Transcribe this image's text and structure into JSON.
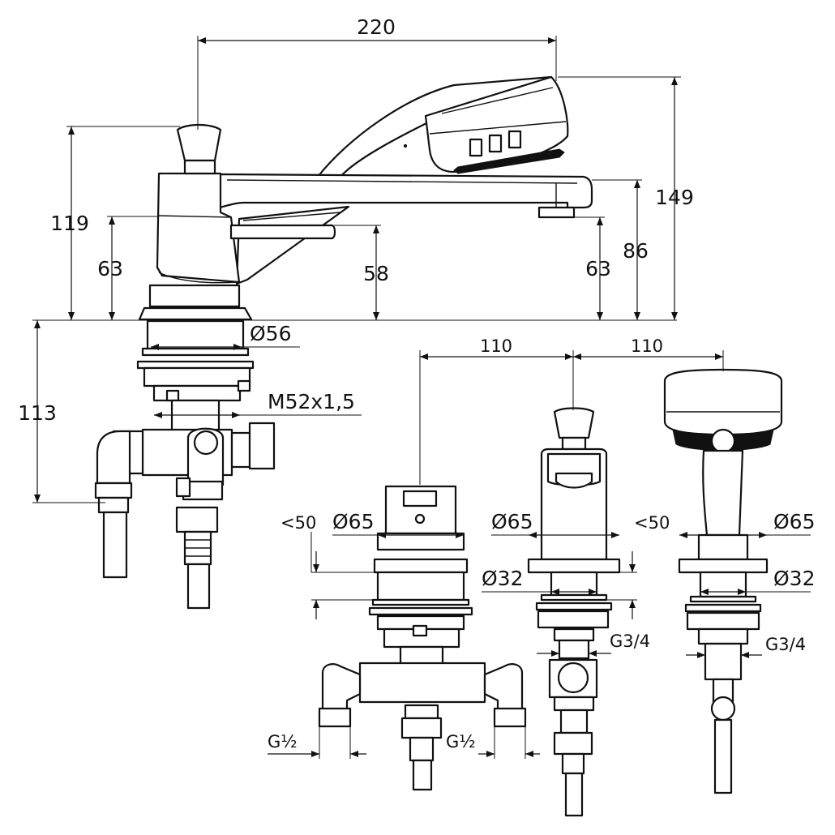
{
  "dimensions": {
    "overall_width": "220",
    "overall_height": "149",
    "handle_height": "119",
    "body_height_left": "63",
    "lever_height": "58",
    "spout_height_right": "63",
    "spout_top": "86",
    "underside_depth": "113",
    "base_diameter": "Ø56",
    "thread": "M52x1,5",
    "spacing_left": "110",
    "spacing_right": "110",
    "clearance_left": "<50",
    "clearance_right": "<50",
    "rosette_mixer": "Ø65",
    "rosette_valve": "Ø65",
    "rosette_shower": "Ø65",
    "shank_valve": "Ø32",
    "shank_shower": "Ø32",
    "thread_valve": "G3/4",
    "thread_shower": "G3/4",
    "inlet_left": "G½",
    "inlet_right": "G½"
  },
  "colors": {
    "line": "#111111",
    "background": "#ffffff"
  }
}
